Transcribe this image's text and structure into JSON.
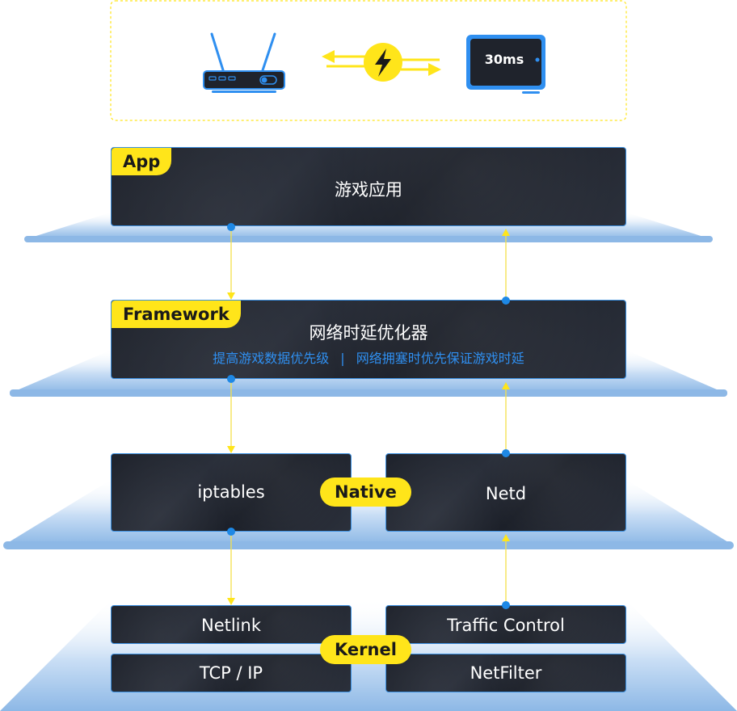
{
  "top_panel": {
    "latency_display": "30ms"
  },
  "layers": {
    "app": {
      "tag": "App",
      "title": "游戏应用"
    },
    "framework": {
      "tag": "Framework",
      "title": "网络时延优化器",
      "sub_left": "提高游戏数据优先级",
      "separator": "|",
      "sub_right": "网络拥塞时优先保证游戏时延"
    },
    "native": {
      "tag": "Native",
      "left": "iptables",
      "right": "Netd"
    },
    "kernel": {
      "tag": "Kernel",
      "top_left": "Netlink",
      "top_right": "Traffic Control",
      "bottom_left": "TCP / IP",
      "bottom_right": "NetFilter"
    }
  },
  "colors": {
    "accent_yellow": "#ffe51a",
    "accent_blue": "#1e88e5",
    "platform_blue": "#8fbbe8",
    "card_dark": "#22262f"
  },
  "icons": [
    "router-icon",
    "lightning-bolt-icon",
    "transfer-arrows-icon",
    "monitor-icon"
  ]
}
